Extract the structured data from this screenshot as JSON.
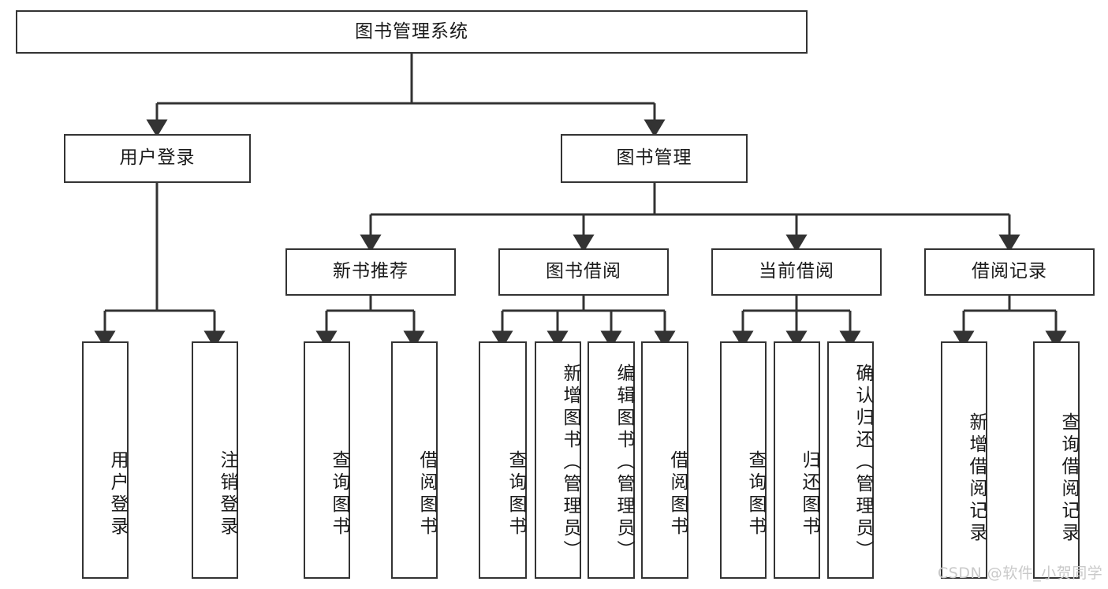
{
  "diagram": {
    "type": "tree",
    "title": "图书管理系统",
    "watermark": "CSDN @软件_小贺同学",
    "colors": {
      "stroke": "#333333",
      "fill": "#ffffff",
      "text": "#1a1a1a",
      "watermark": "#c9c9c9"
    },
    "root": {
      "label": "图书管理系统"
    },
    "level1": [
      {
        "label": "用户登录"
      },
      {
        "label": "图书管理"
      }
    ],
    "level2": [
      {
        "label": "新书推荐"
      },
      {
        "label": "图书借阅"
      },
      {
        "label": "当前借阅"
      },
      {
        "label": "借阅记录"
      }
    ],
    "leaves": {
      "user_login": [
        {
          "label": "用户登录"
        },
        {
          "label": "注销登录"
        }
      ],
      "new_book_recommend": [
        {
          "label": "查询图书"
        },
        {
          "label": "借阅图书"
        }
      ],
      "book_borrow": [
        {
          "label": "查询图书"
        },
        {
          "label": "新增图书（管理员）"
        },
        {
          "label": "编辑图书（管理员）"
        },
        {
          "label": "借阅图书"
        }
      ],
      "current_borrow": [
        {
          "label": "查询图书"
        },
        {
          "label": "归还图书"
        },
        {
          "label": "确认归还（管理员）"
        }
      ],
      "borrow_record": [
        {
          "label": "新增借阅记录"
        },
        {
          "label": "查询借阅记录"
        }
      ]
    }
  }
}
